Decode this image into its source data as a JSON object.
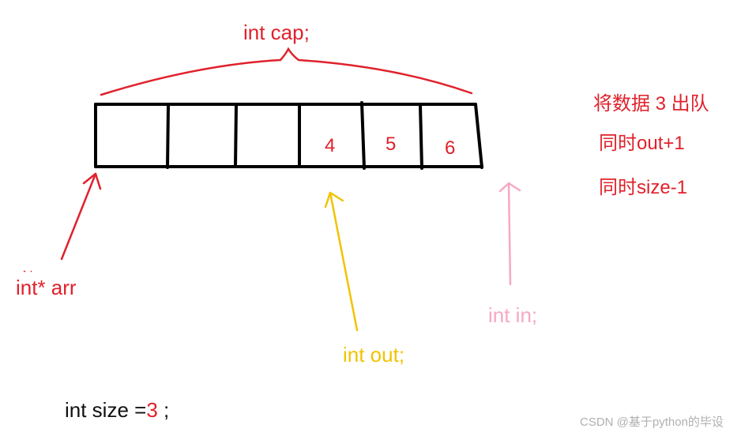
{
  "labels": {
    "cap": "int cap;",
    "arr": "int* arr",
    "out": "int out;",
    "in": "int in;"
  },
  "cells": [
    "",
    "",
    "",
    "4",
    "5",
    "6"
  ],
  "notes": [
    "将数据 3 出队",
    "同时out+1",
    "同时size-1"
  ],
  "size": {
    "prefix": "int size =",
    "value": "3",
    "suffix": ";"
  },
  "watermark": "CSDN @基于python的毕设",
  "colors": {
    "red": "#e0212b",
    "yellow": "#f2c300",
    "pink": "#f7a8c4",
    "black": "#000000"
  }
}
